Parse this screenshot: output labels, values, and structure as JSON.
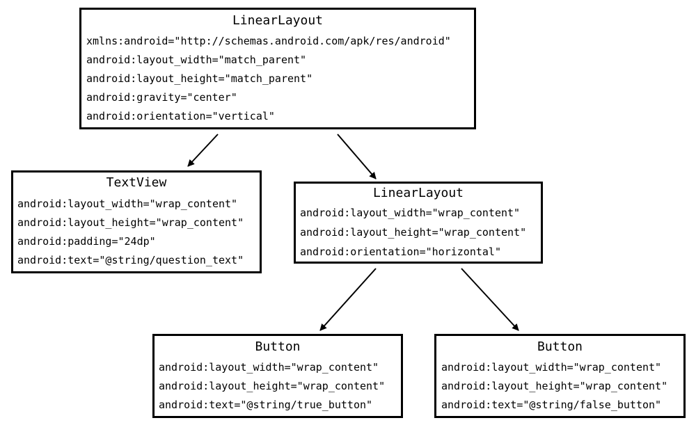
{
  "nodes": {
    "root": {
      "title": "LinearLayout",
      "attrs": [
        "xmlns:android=\"http://schemas.android.com/apk/res/android\"",
        "android:layout_width=\"match_parent\"",
        "android:layout_height=\"match_parent\"",
        "android:gravity=\"center\"",
        "android:orientation=\"vertical\""
      ]
    },
    "textview": {
      "title": "TextView",
      "attrs": [
        "android:layout_width=\"wrap_content\"",
        "android:layout_height=\"wrap_content\"",
        "android:padding=\"24dp\"",
        "android:text=\"@string/question_text\""
      ]
    },
    "inner_layout": {
      "title": "LinearLayout",
      "attrs": [
        "android:layout_width=\"wrap_content\"",
        "android:layout_height=\"wrap_content\"",
        "android:orientation=\"horizontal\""
      ]
    },
    "true_button": {
      "title": "Button",
      "attrs": [
        "android:layout_width=\"wrap_content\"",
        "android:layout_height=\"wrap_content\"",
        "android:text=\"@string/true_button\""
      ]
    },
    "false_button": {
      "title": "Button",
      "attrs": [
        "android:layout_width=\"wrap_content\"",
        "android:layout_height=\"wrap_content\"",
        "android:text=\"@string/false_button\""
      ]
    }
  }
}
